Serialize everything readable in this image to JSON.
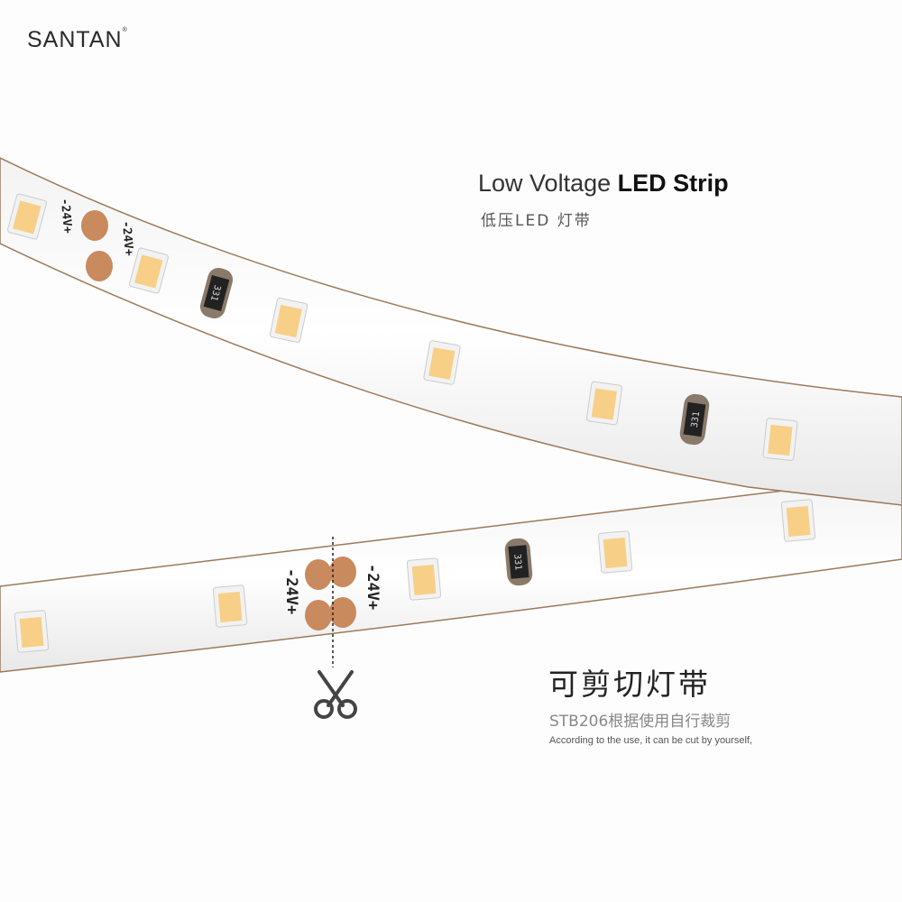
{
  "brand": {
    "name": "SANTAN",
    "mark": "®"
  },
  "headline": {
    "regular": "Low Voltage ",
    "bold": "LED Strip",
    "subtitle": "低压LED 灯带"
  },
  "cut_section": {
    "title": "可剪切灯带",
    "subtitle": "STB206根据使用自行裁剪",
    "english": "According to the use, it can be cut by yourself,"
  },
  "strip_labels": {
    "minus": "-",
    "voltage": "24V",
    "plus": "+",
    "resistor": "331"
  },
  "colors": {
    "led": "#f7cf86",
    "pad": "#c98a5e",
    "strip": "#ffffff",
    "resistor": "#222222"
  }
}
